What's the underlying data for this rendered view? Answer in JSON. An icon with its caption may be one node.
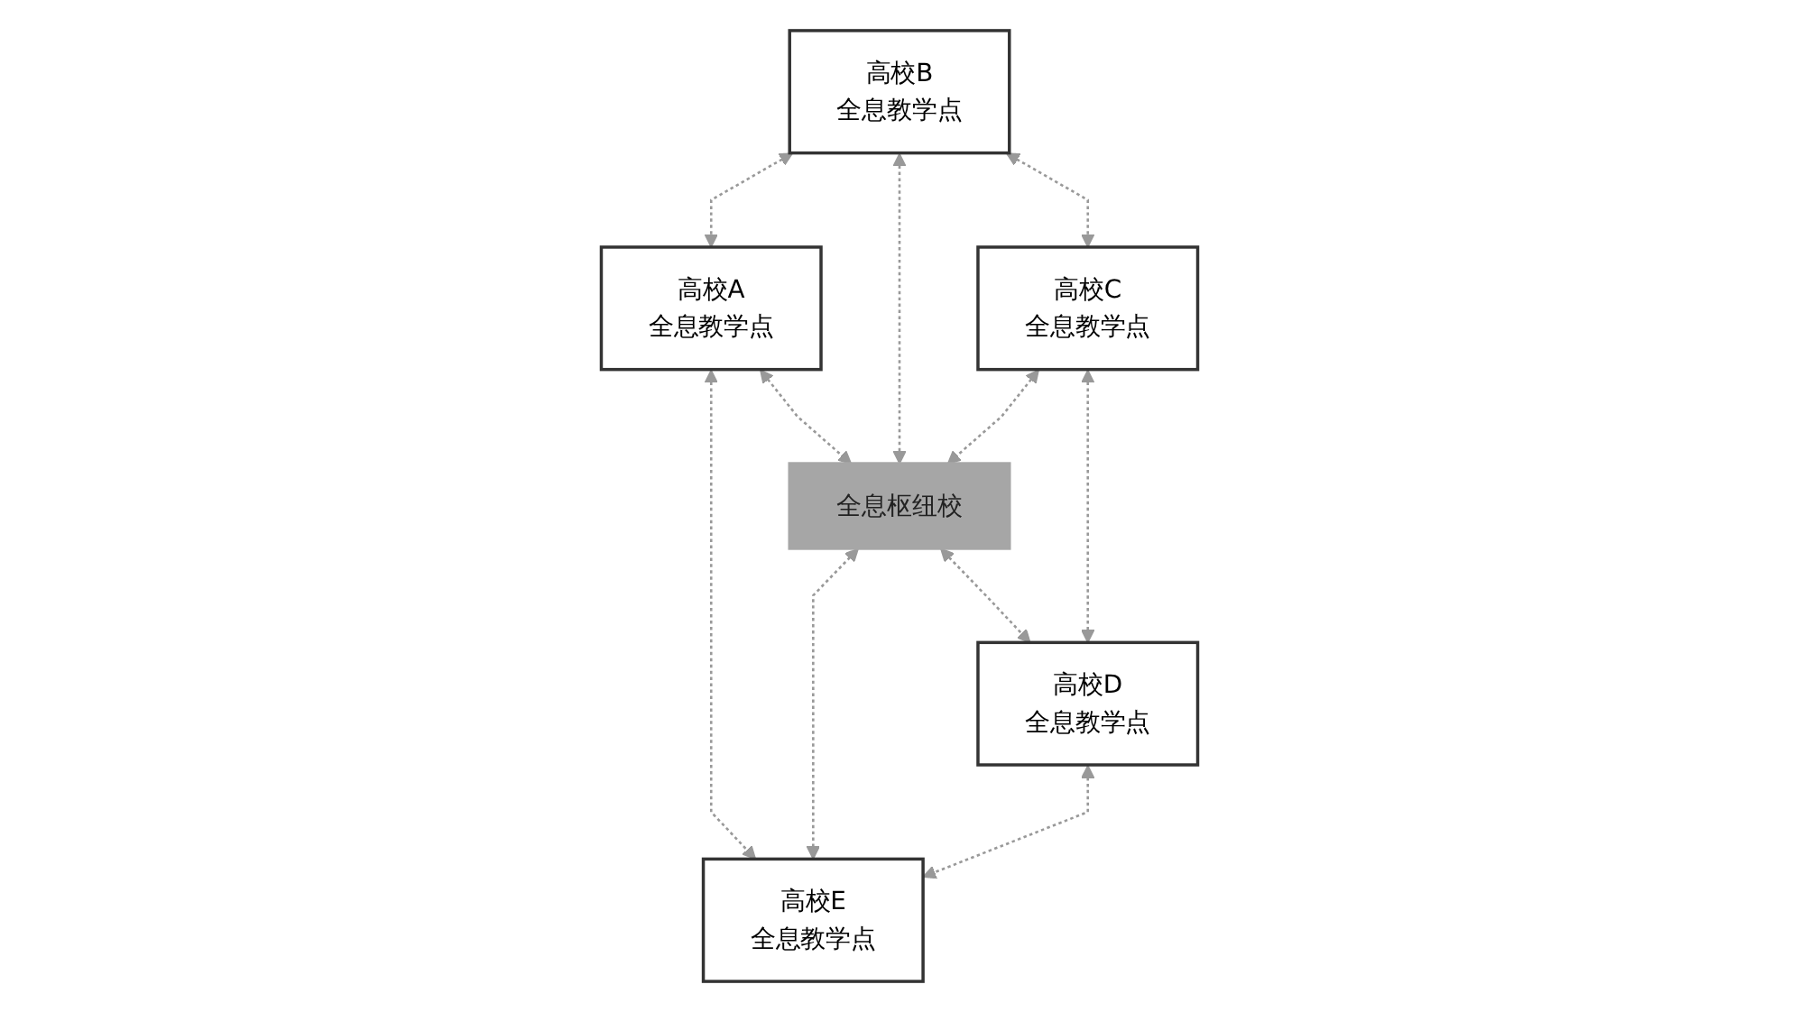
{
  "diagram": {
    "nodes": [
      {
        "text": [
          "高校A",
          "全息教学点"
        ]
      },
      {
        "text": [
          "高校E",
          "全息教学点"
        ]
      },
      {
        "text": [
          "高校B",
          "全息教学点"
        ]
      },
      {
        "text": [
          "全息枢纽校"
        ]
      },
      {
        "text": [
          "高校D",
          "全息教学点"
        ]
      },
      {
        "text": [
          "高校C",
          "全息教学点"
        ]
      }
    ],
    "edges": [
      {
        "from": 0,
        "to": 1,
        "arrow": "both",
        "style": "dashed"
      },
      {
        "from": 2,
        "to": 0,
        "arrow": "both",
        "style": "dashed"
      },
      {
        "from": 0,
        "to": 3,
        "arrow": "both",
        "style": "dashed"
      },
      {
        "from": 2,
        "to": 3,
        "arrow": "both",
        "style": "dashed"
      },
      {
        "from": 3,
        "to": 1,
        "arrow": "both",
        "style": "dashed"
      },
      {
        "from": 2,
        "to": 5,
        "arrow": "both",
        "style": "dashed"
      },
      {
        "from": 5,
        "to": 3,
        "arrow": "both",
        "style": "dashed"
      },
      {
        "from": 3,
        "to": 4,
        "arrow": "both",
        "style": "dashed"
      },
      {
        "from": 4,
        "to": 1,
        "arrow": "both",
        "style": "dashed"
      },
      {
        "from": 5,
        "to": 4,
        "arrow": "both",
        "style": "dashed"
      }
    ]
  }
}
